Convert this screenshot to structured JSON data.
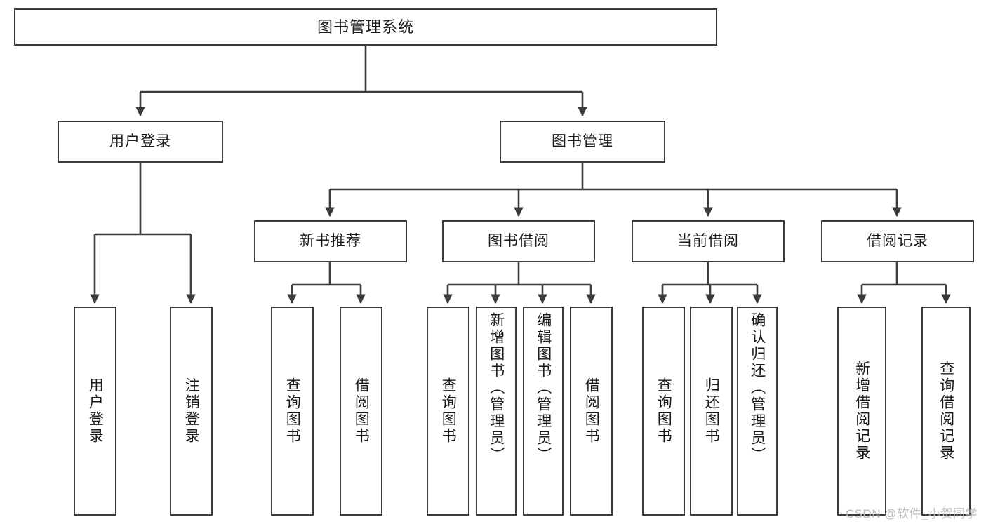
{
  "diagram": {
    "title": "图书管理系统",
    "type": "tree",
    "watermark": "CSDN @软件_小贺同学"
  },
  "nodes": {
    "root": {
      "label": "图书管理系统"
    },
    "level2": [
      {
        "label": "用户登录"
      },
      {
        "label": "图书管理"
      }
    ],
    "level3": [
      {
        "label": "新书推荐"
      },
      {
        "label": "图书借阅"
      },
      {
        "label": "当前借阅"
      },
      {
        "label": "借阅记录"
      }
    ],
    "leaves": {
      "user_login": [
        {
          "label": "用户登录"
        },
        {
          "label": "注销登录"
        }
      ],
      "new_book": [
        {
          "label": "查询图书"
        },
        {
          "label": "借阅图书"
        }
      ],
      "book_borrow": [
        {
          "label": "查询图书"
        },
        {
          "label": "新增图书（管理员）"
        },
        {
          "label": "编辑图书（管理员）"
        },
        {
          "label": "借阅图书"
        }
      ],
      "current_borrow": [
        {
          "label": "查询图书"
        },
        {
          "label": "归还图书"
        },
        {
          "label": "确认归还（管理员）"
        }
      ],
      "borrow_record": [
        {
          "label": "新增借阅记录"
        },
        {
          "label": "查询借阅记录"
        }
      ]
    }
  },
  "style": {
    "stroke": "#3b3b3b",
    "background": "#ffffff",
    "text": "#1a1a1a",
    "watermark_color": "#b9b9b9"
  }
}
